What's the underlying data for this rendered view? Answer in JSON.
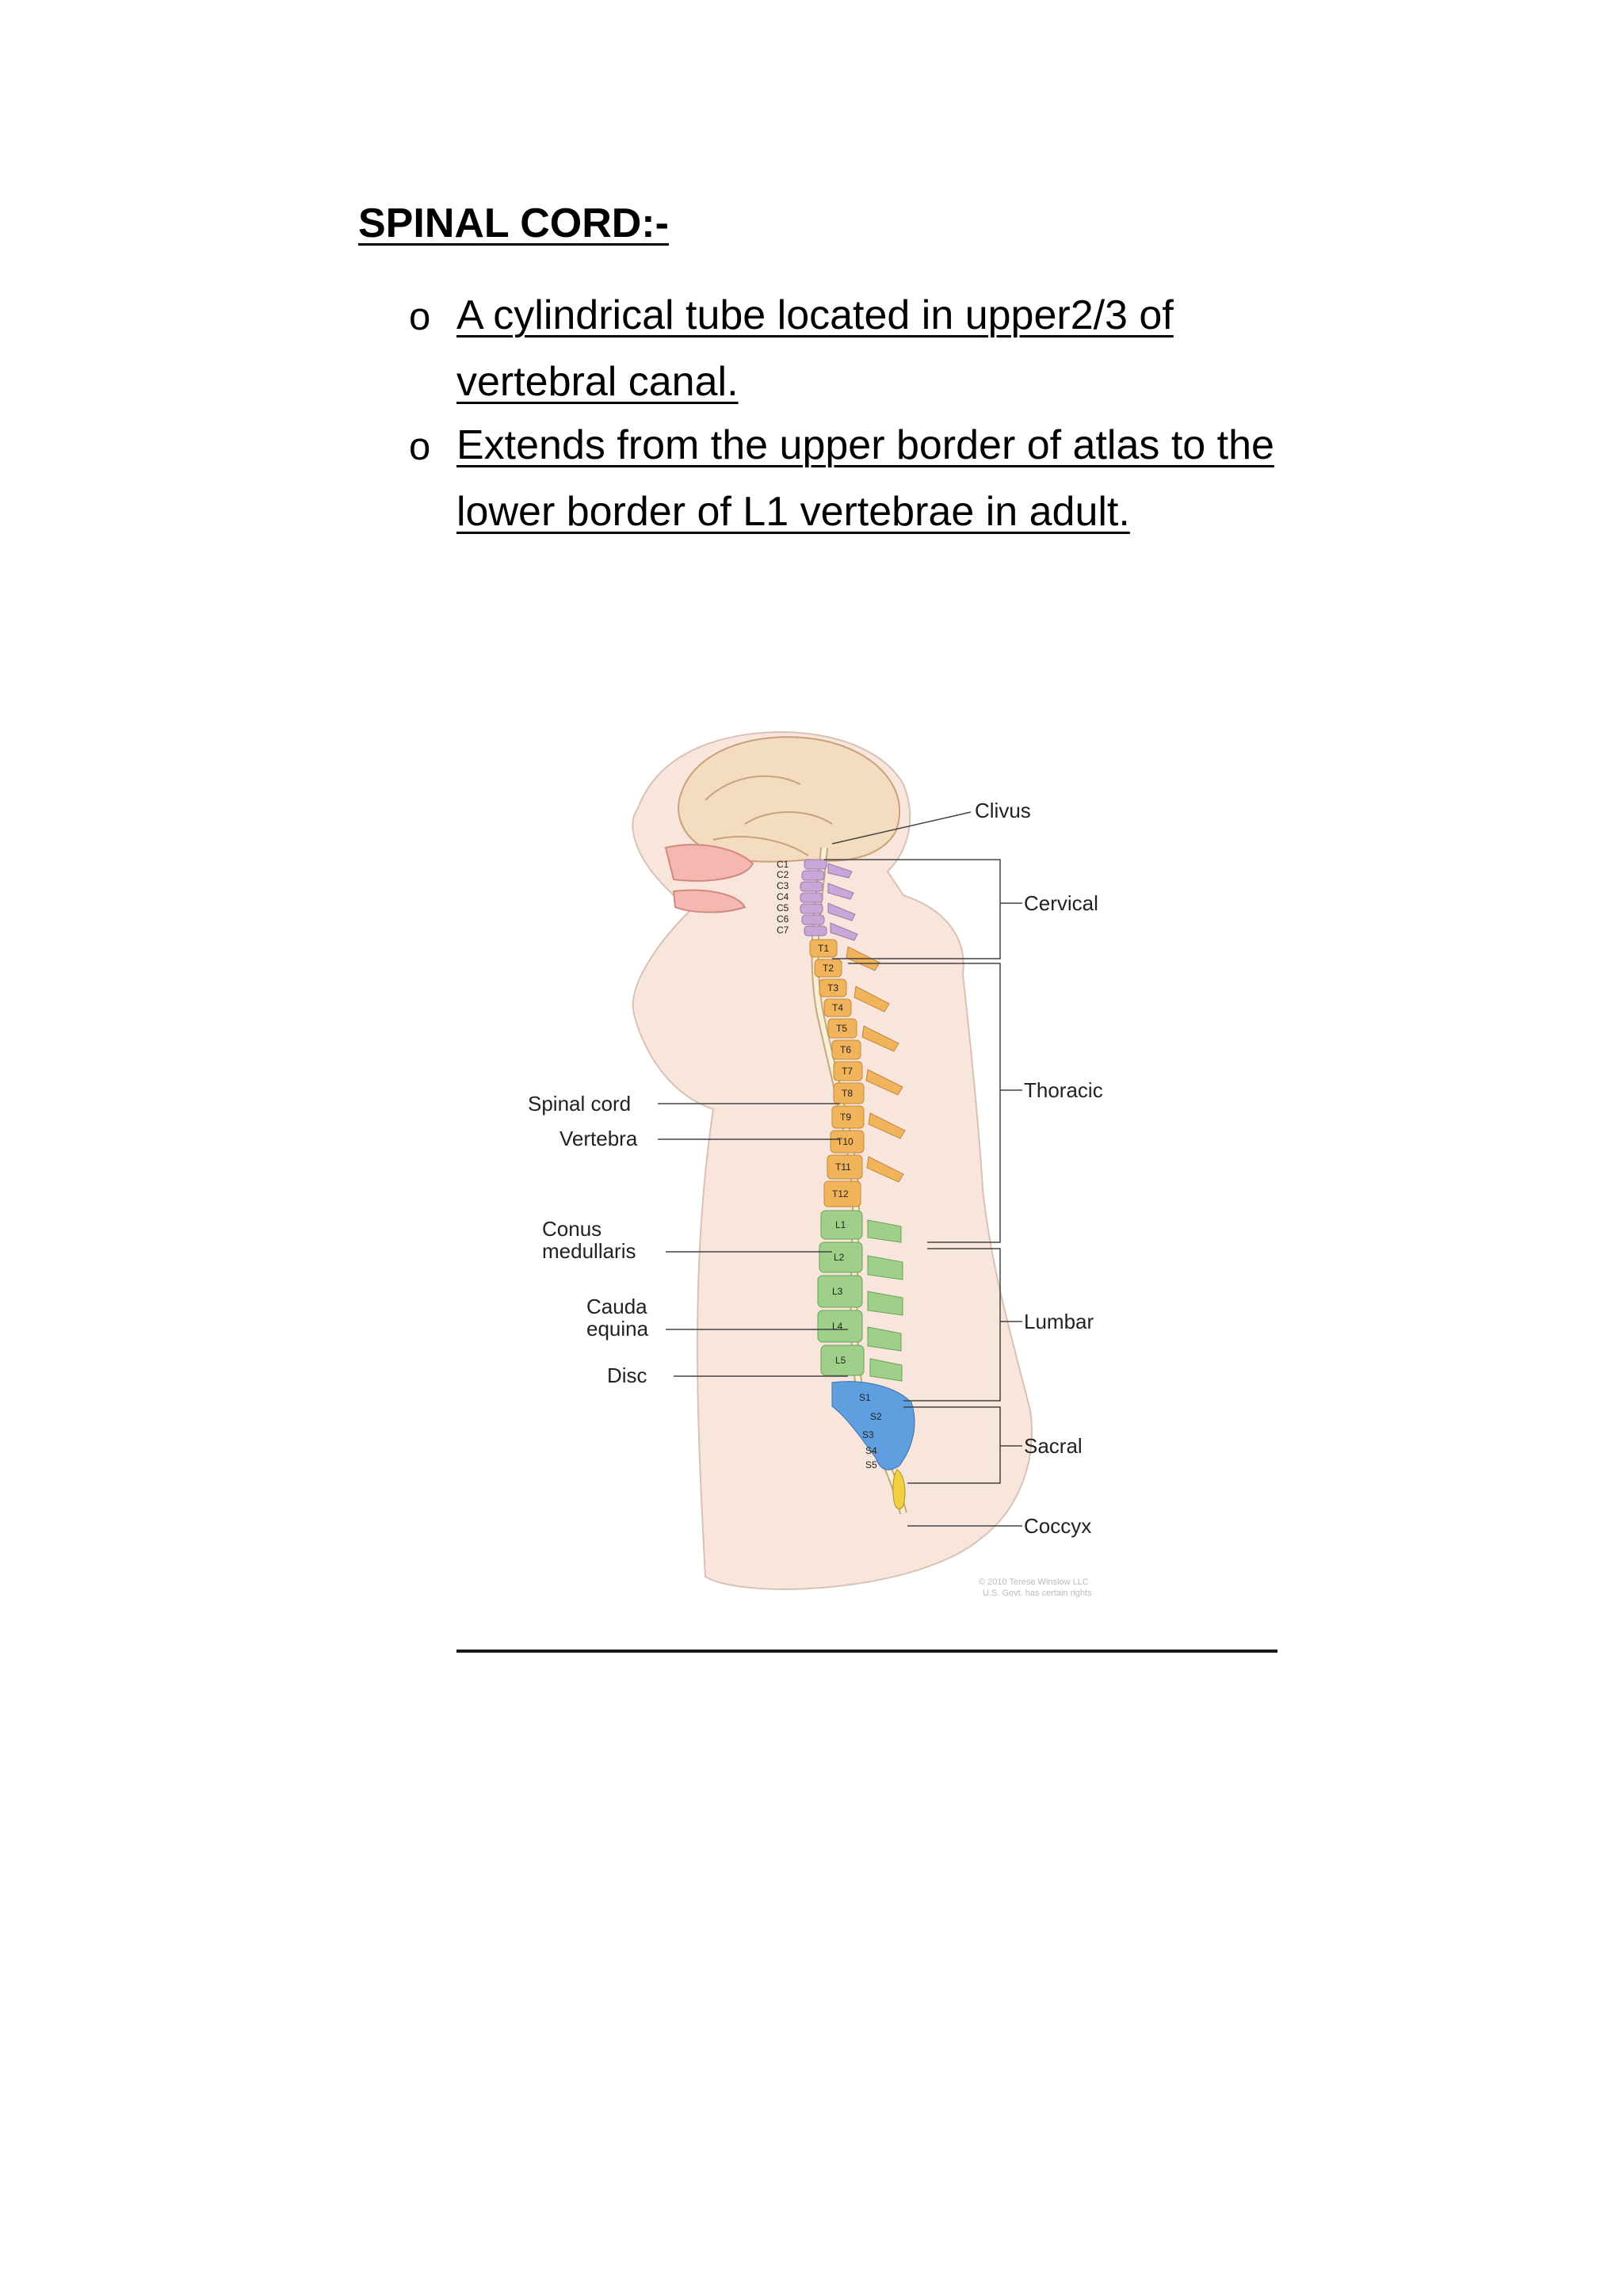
{
  "heading": "SPINAL CORD:-",
  "bullets": [
    {
      "marker": "o",
      "lines": [
        "A cylindrical tube located in upper2/3 of",
        "vertebral canal."
      ]
    },
    {
      "marker": "o",
      "lines": [
        "Extends from the upper border of atlas to the",
        "lower border of L1 vertebrae in adult."
      ]
    }
  ],
  "figure": {
    "left_labels": {
      "spinal_cord": "Spinal cord",
      "vertebra": "Vertebra",
      "conus_1": "Conus",
      "conus_2": "medullaris",
      "cauda_1": "Cauda",
      "cauda_2": "equina",
      "disc": "Disc"
    },
    "right_labels": {
      "clivus": "Clivus",
      "cervical": "Cervical",
      "thoracic": "Thoracic",
      "lumbar": "Lumbar",
      "sacral": "Sacral",
      "coccyx": "Coccyx"
    },
    "cervical_vertebrae": [
      "C1",
      "C2",
      "C3",
      "C4",
      "C5",
      "C6",
      "C7"
    ],
    "thoracic_vertebrae": [
      "T1",
      "T2",
      "T3",
      "T4",
      "T5",
      "T6",
      "T7",
      "T8",
      "T9",
      "T10",
      "T11",
      "T12"
    ],
    "lumbar_vertebrae": [
      "L1",
      "L2",
      "L3",
      "L4",
      "L5"
    ],
    "sacral_vertebrae": [
      "S1",
      "S2",
      "S3",
      "S4",
      "S5"
    ],
    "watermark_1": "© 2010 Terese Winslow LLC",
    "watermark_2": "U.S. Govt. has certain rights",
    "colors": {
      "cervical": "#c9a6d8",
      "thoracic": "#f2b45a",
      "lumbar": "#9fd08a",
      "sacral": "#5f9fe0",
      "coccyx": "#f0d040",
      "body": "#f8e6dc",
      "brain": "#f3dcc0",
      "cord": "#f7f0d8"
    }
  }
}
